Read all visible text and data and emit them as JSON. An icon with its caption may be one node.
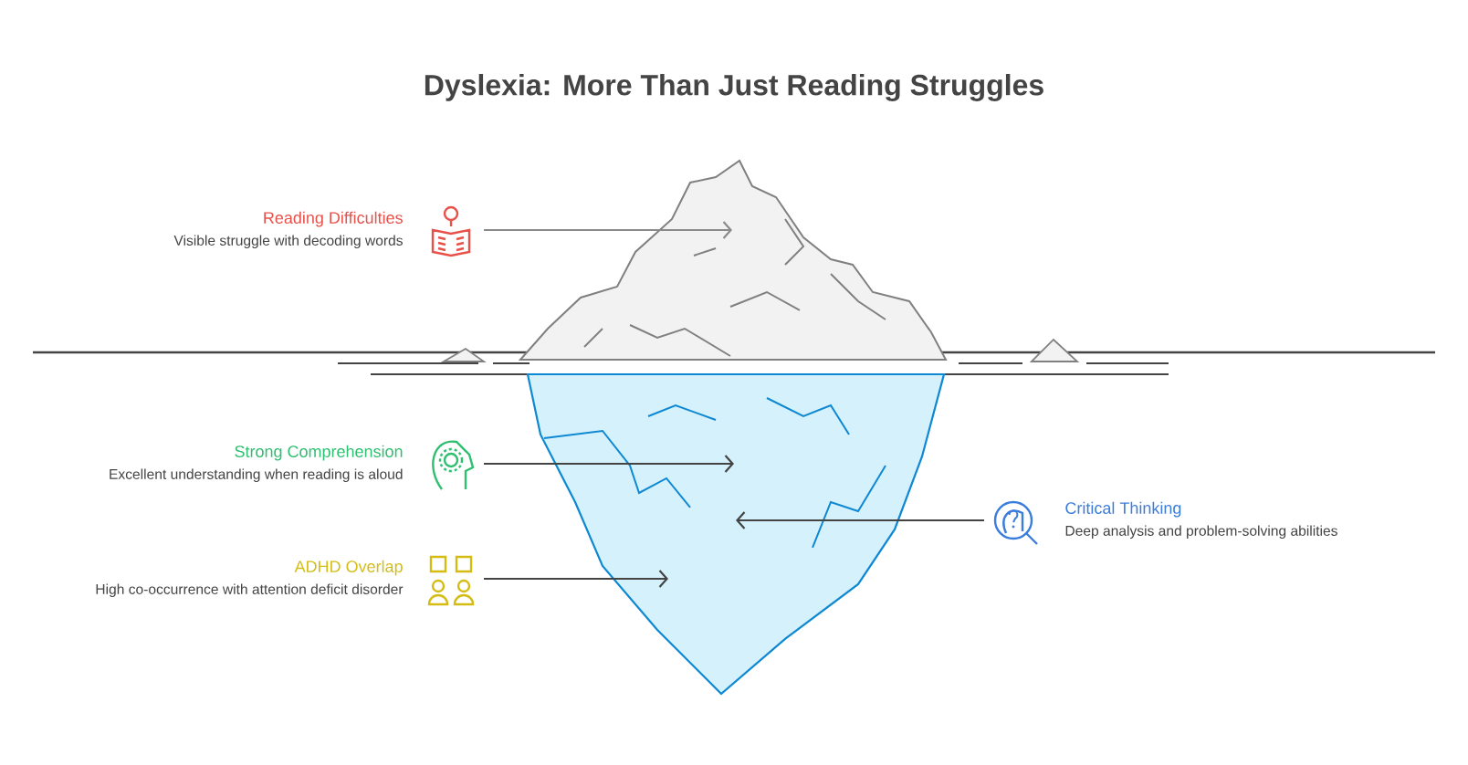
{
  "diagram": {
    "title": "Dyslexia: More Than Just Reading Struggles",
    "nodes": [
      {
        "text": [
          "Reading Difficulties",
          "Visible struggle with decoding words"
        ]
      },
      {
        "text": [
          "Strong Comprehension",
          "Excellent understanding when reading is aloud"
        ]
      },
      {
        "text": [
          "ADHD Overlap",
          "High co-occurrence with attention deficit disorder"
        ]
      },
      {
        "text": [
          "Critical Thinking",
          "Deep analysis and problem-solving abilities"
        ]
      }
    ],
    "edges": [
      {
        "from": 0,
        "to": null,
        "arrow": "to",
        "color": "#8a8a8a"
      },
      {
        "from": 1,
        "to": null,
        "arrow": "to"
      },
      {
        "from": 2,
        "to": null,
        "arrow": "to"
      },
      {
        "from": 3,
        "to": null,
        "arrow": "to"
      }
    ]
  }
}
